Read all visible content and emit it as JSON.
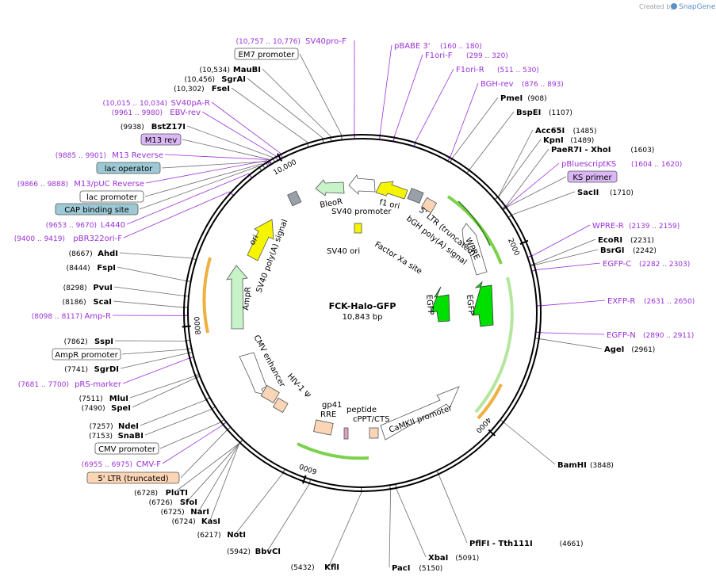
{
  "credit": {
    "prefix": "Created by",
    "brand": "SnapGene"
  },
  "plasmid": {
    "name": "FCK-Halo-GFP",
    "size": "10,843 bp",
    "length": 10843
  },
  "ticks": [
    {
      "pos": 2000,
      "label": "2000"
    },
    {
      "pos": 4000,
      "label": "4000"
    },
    {
      "pos": 6000,
      "label": "6000"
    },
    {
      "pos": 8000,
      "label": "8000"
    },
    {
      "pos": 10000,
      "label": "10,000"
    }
  ],
  "enzymes": [
    {
      "name": "PmeI",
      "pos_text": "(908)",
      "pos": 908
    },
    {
      "name": "BspEI",
      "pos_text": "(1107)",
      "pos": 1107
    },
    {
      "name": "Acc65I",
      "pos_text": "(1485)",
      "pos": 1485
    },
    {
      "name": "KpnI",
      "pos_text": "(1489)",
      "pos": 1489
    },
    {
      "name": "PaeR7I  - XhoI",
      "pos_text": "(1603)",
      "pos": 1603
    },
    {
      "name": "SacII",
      "pos_text": "(1710)",
      "pos": 1710
    },
    {
      "name": "EcoRI",
      "pos_text": "(2231)",
      "pos": 2231
    },
    {
      "name": "BsrGI",
      "pos_text": "(2242)",
      "pos": 2242
    },
    {
      "name": "AgeI",
      "pos_text": "(2961)",
      "pos": 2961
    },
    {
      "name": "BamHI",
      "pos_text": "(3848)",
      "pos": 3848
    },
    {
      "name": "PflFI  - Tth111I",
      "pos_text": "(4661)",
      "pos": 4661
    },
    {
      "name": "XbaI",
      "pos_text": "(5091)",
      "pos": 5091
    },
    {
      "name": "PacI",
      "pos_text": "(5150)",
      "pos": 5150
    },
    {
      "name": "KflI",
      "pos_text": "(5432)",
      "pos": 5432
    },
    {
      "name": "BbvCI",
      "pos_text": "(5942)",
      "pos": 5942
    },
    {
      "name": "NotI",
      "pos_text": "(6217)",
      "pos": 6217
    },
    {
      "name": "KasI",
      "pos_text": "(6724)",
      "pos": 6724
    },
    {
      "name": "NarI",
      "pos_text": "(6725)",
      "pos": 6725
    },
    {
      "name": "SfoI",
      "pos_text": "(6726)",
      "pos": 6726
    },
    {
      "name": "PluTI",
      "pos_text": "(6728)",
      "pos": 6728
    },
    {
      "name": "SnaBI",
      "pos_text": "(7153)",
      "pos": 7153
    },
    {
      "name": "NdeI",
      "pos_text": "(7257)",
      "pos": 7257
    },
    {
      "name": "SpeI",
      "pos_text": "(7490)",
      "pos": 7490
    },
    {
      "name": "MluI",
      "pos_text": "(7511)",
      "pos": 7511
    },
    {
      "name": "SgrDI",
      "pos_text": "(7741)",
      "pos": 7741
    },
    {
      "name": "SspI",
      "pos_text": "(7862)",
      "pos": 7862
    },
    {
      "name": "ScaI",
      "pos_text": "(8186)",
      "pos": 8186
    },
    {
      "name": "PvuI",
      "pos_text": "(8298)",
      "pos": 8298
    },
    {
      "name": "FspI",
      "pos_text": "(8444)",
      "pos": 8444
    },
    {
      "name": "AhdI",
      "pos_text": "(8667)",
      "pos": 8667
    },
    {
      "name": "BstZ17I",
      "pos_text": "(9938)",
      "pos": 9938
    },
    {
      "name": "FseI",
      "pos_text": "(10,302)",
      "pos": 10302
    },
    {
      "name": "SgrAI",
      "pos_text": "(10,456)",
      "pos": 10456
    },
    {
      "name": "MauBI",
      "pos_text": "(10,534)",
      "pos": 10534
    }
  ],
  "primers": [
    {
      "name": "SV40pro-F",
      "range": "(10,757 .. 10,776)",
      "pos": 10766
    },
    {
      "name": "pBABE 3'",
      "range": "(160 .. 180)",
      "pos": 170
    },
    {
      "name": "F1ori-F",
      "range": "(299 .. 320)",
      "pos": 310
    },
    {
      "name": "F1ori-R",
      "range": "(511 .. 530)",
      "pos": 520
    },
    {
      "name": "BGH-rev",
      "range": "(876 .. 893)",
      "pos": 884
    },
    {
      "name": "pBluescriptKS",
      "range": "(1604 .. 1620)",
      "pos": 1612
    },
    {
      "name": "WPRE-R",
      "range": "(2139 .. 2159)",
      "pos": 2149
    },
    {
      "name": "EGFP-C",
      "range": "(2282 .. 2303)",
      "pos": 2292
    },
    {
      "name": "EXFP-R",
      "range": "(2631 .. 2650)",
      "pos": 2640
    },
    {
      "name": "EGFP-N",
      "range": "(2890 .. 2911)",
      "pos": 2900
    },
    {
      "name": "SV40pA-R",
      "range": "(10,015 .. 10,034)",
      "pos": 10024
    },
    {
      "name": "EBV-rev",
      "range": "(9961 .. 9980)",
      "pos": 9970
    },
    {
      "name": "M13 Reverse",
      "range": "(9885 .. 9901)",
      "pos": 9893
    },
    {
      "name": "M13/pUC Reverse",
      "range": "(9866 .. 9888)",
      "pos": 9877
    },
    {
      "name": "L4440",
      "range": "(9653 .. 9670)",
      "pos": 9661
    },
    {
      "name": "pBR322ori-F",
      "range": "(9400 .. 9419)",
      "pos": 9409
    },
    {
      "name": "Amp-R",
      "range": "(8098 .. 8117)",
      "pos": 8107
    },
    {
      "name": "pRS-marker",
      "range": "(7681 .. 7700)",
      "pos": 7690
    },
    {
      "name": "CMV-F",
      "range": "(6955 .. 6975)",
      "pos": 6965
    }
  ],
  "boxed_labels": [
    {
      "name": "EM7 promoter",
      "style": "white",
      "pos": 10640
    },
    {
      "name": "M13 rev",
      "style": "purple",
      "pos": 9900
    },
    {
      "name": "lac operator",
      "style": "teal",
      "pos": 9860
    },
    {
      "name": "lac promoter",
      "style": "white",
      "pos": 9820
    },
    {
      "name": "CAP binding site",
      "style": "teal",
      "pos": 9780
    },
    {
      "name": "KS primer",
      "style": "purple",
      "pos": 1620
    },
    {
      "name": "AmpR promoter",
      "style": "white",
      "pos": 7780
    },
    {
      "name": "CMV promoter",
      "style": "white",
      "pos": 7000
    },
    {
      "name": "5' LTR (truncated)",
      "style": "peach",
      "pos": 6900
    }
  ],
  "feature_labels": {
    "bleor": "BleoR",
    "sv40_promoter": "SV40 promoter",
    "f1_ori": "f1 ori",
    "ltr_trunc": "5' LTR (truncated)",
    "bgh": "bGH poly(A) signal",
    "sv40_ori": "SV40 ori",
    "factor_xa": "Factor Xa site",
    "wpre": "WPRE",
    "egfp": "EGFP",
    "sv40_polya": "SV40 poly(A) signal",
    "ori": "ori",
    "ampr": "AmpR",
    "cmv_enhancer": "CMV enhancer",
    "hiv": "HIV-1 Ψ",
    "gp41": "gp41",
    "peptide": "peptide",
    "rre": "RRE",
    "cppt": "cPPT/CTS",
    "camkii": "CaMKII promoter"
  },
  "colors": {
    "primer": "#9b30d9",
    "backbone": "#000000",
    "green_arrow": "#00e000",
    "yellow": "#f5f500",
    "mint": "#c8f2c8",
    "peach": "#fbd5b5",
    "gray": "#9aa0a8",
    "teal": "#9dc9d6",
    "purple_box": "#dbb7f5",
    "orf_orange": "#f0b040",
    "orf_green": "#7cd14d"
  }
}
